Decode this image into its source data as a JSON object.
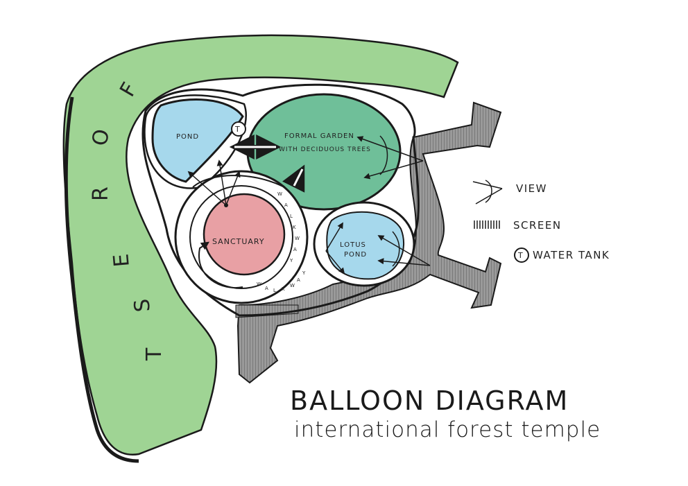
{
  "colors": {
    "forest": "#9fd494",
    "formal_garden": "#6fbf99",
    "pond": "#a6d8ec",
    "sanctuary": "#e8a0a4",
    "paving": "#8f8f8f",
    "ink": "#1a1a1a"
  },
  "title": "BALLOON DIAGRAM",
  "subtitle": "international forest temple",
  "forest_letters": [
    "F",
    "O",
    "R",
    "E",
    "S",
    "T"
  ],
  "zones": {
    "pond": "POND",
    "formal_garden_line1": "FORMAL GARDEN",
    "formal_garden_line2": "WITH DECIDUOUS TREES",
    "sanctuary": "SANCTUARY",
    "lotus_pond_line1": "LOTUS",
    "lotus_pond_line2": "POND",
    "water_tank_symbol": "T"
  },
  "walkway_letters": [
    "W",
    "A",
    "L",
    "K",
    "W",
    "A",
    "Y",
    "W",
    "A",
    "L",
    "K",
    "W",
    "A",
    "Y"
  ],
  "legend": {
    "view": "VIEW",
    "screen": "SCREEN",
    "water_tank": "WATER TANK",
    "water_tank_symbol": "T"
  }
}
